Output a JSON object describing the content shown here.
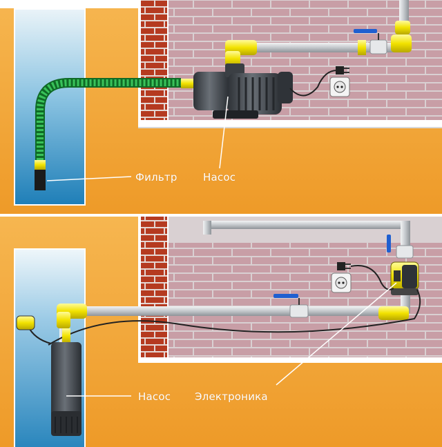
{
  "top_diagram": {
    "labels": {
      "filter": "Фильтр",
      "pump": "Насос"
    }
  },
  "bottom_diagram": {
    "labels": {
      "pump": "Насос",
      "electronics": "Электроника"
    }
  },
  "colors": {
    "ground": "#f0a030",
    "well_water": "#2e8fc4",
    "brick_wall": "#c8a0a8",
    "brick_column": "#b33a1e",
    "pipe": "#c9ccd0",
    "fitting": "#f4e400",
    "hose": "#2aa84a",
    "pump_body": "#4a4f55",
    "leader_line": "#ffffff"
  }
}
